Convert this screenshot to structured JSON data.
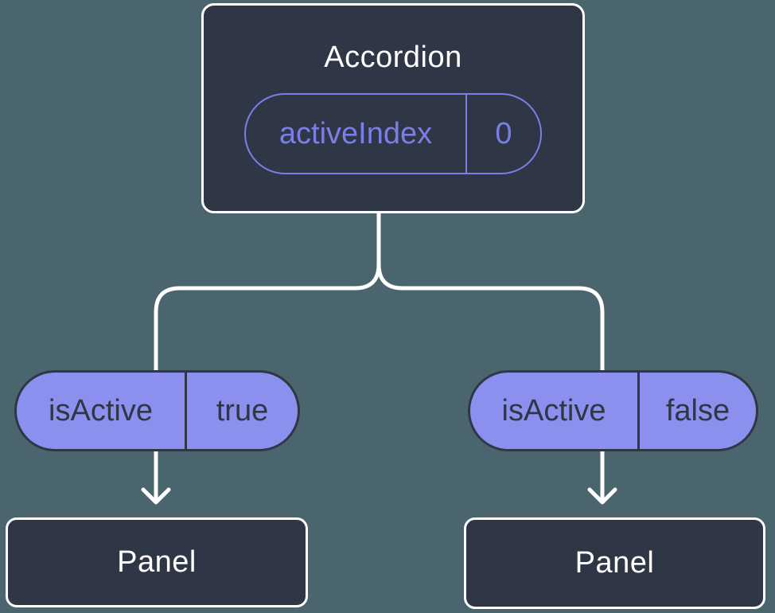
{
  "colors": {
    "background": "#4A656E",
    "node_fill": "#2F3645",
    "node_border": "#FFFFFF",
    "accent_purple": "#7A7FE8",
    "pill_fill": "#8B90EE",
    "pill_border_dark": "#2F3645",
    "connector": "#FFFFFF"
  },
  "diagram": {
    "root": {
      "title": "Accordion",
      "prop": {
        "name": "activeIndex",
        "value": "0"
      }
    },
    "children": [
      {
        "side": "left",
        "prop": {
          "name": "isActive",
          "value": "true"
        },
        "node": {
          "title": "Panel"
        }
      },
      {
        "side": "right",
        "prop": {
          "name": "isActive",
          "value": "false"
        },
        "node": {
          "title": "Panel"
        }
      }
    ]
  }
}
